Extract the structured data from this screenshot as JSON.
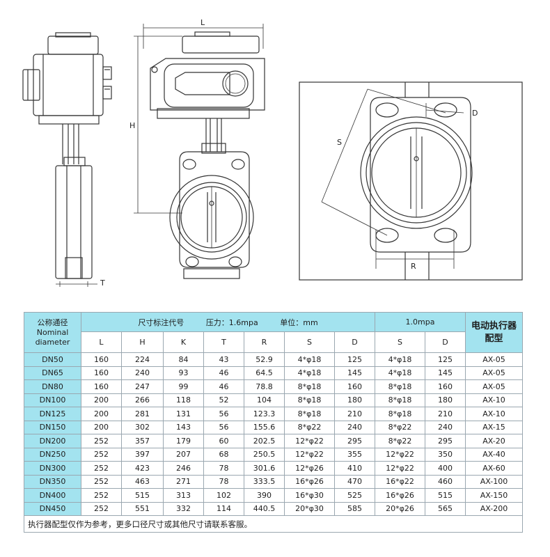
{
  "drawing": {
    "labels": {
      "L": "L",
      "H": "H",
      "T": "T",
      "S": "S",
      "R": "R",
      "D": "D"
    }
  },
  "table": {
    "header": {
      "nominal_cn": "公称通径",
      "nominal_en1": "Nominal",
      "nominal_en2": "diameter",
      "dimension_title": "尺寸标注代号",
      "pressure_16": "压力：1.6mpa",
      "unit": "单位：mm",
      "pressure_10": "1.0mpa",
      "actuator_line1": "电动执行器",
      "actuator_line2": "配型",
      "cols": [
        "L",
        "H",
        "K",
        "T",
        "R",
        "S",
        "D",
        "S",
        "D"
      ]
    },
    "rows": [
      [
        "DN50",
        "160",
        "224",
        "84",
        "43",
        "52.9",
        "4*φ18",
        "125",
        "4*φ18",
        "125",
        "AX-05"
      ],
      [
        "DN65",
        "160",
        "240",
        "93",
        "46",
        "64.5",
        "4*φ18",
        "145",
        "4*φ18",
        "145",
        "AX-05"
      ],
      [
        "DN80",
        "160",
        "247",
        "99",
        "46",
        "78.8",
        "8*φ18",
        "160",
        "8*φ18",
        "160",
        "AX-05"
      ],
      [
        "DN100",
        "200",
        "266",
        "118",
        "52",
        "104",
        "8*φ18",
        "180",
        "8*φ18",
        "180",
        "AX-10"
      ],
      [
        "DN125",
        "200",
        "281",
        "131",
        "56",
        "123.3",
        "8*φ18",
        "210",
        "8*φ18",
        "210",
        "AX-10"
      ],
      [
        "DN150",
        "200",
        "302",
        "143",
        "56",
        "155.6",
        "8*φ22",
        "240",
        "8*φ22",
        "240",
        "AX-15"
      ],
      [
        "DN200",
        "252",
        "357",
        "179",
        "60",
        "202.5",
        "12*φ22",
        "295",
        "8*φ22",
        "295",
        "AX-20"
      ],
      [
        "DN250",
        "252",
        "397",
        "207",
        "68",
        "250.5",
        "12*φ22",
        "355",
        "12*φ22",
        "350",
        "AX-40"
      ],
      [
        "DN300",
        "252",
        "423",
        "246",
        "78",
        "301.6",
        "12*φ26",
        "410",
        "12*φ22",
        "400",
        "AX-60"
      ],
      [
        "DN350",
        "252",
        "463",
        "271",
        "78",
        "333.5",
        "16*φ26",
        "470",
        "16*φ22",
        "460",
        "AX-100"
      ],
      [
        "DN400",
        "252",
        "515",
        "313",
        "102",
        "390",
        "16*φ30",
        "525",
        "16*φ26",
        "515",
        "AX-150"
      ],
      [
        "DN450",
        "252",
        "551",
        "332",
        "114",
        "440.5",
        "20*φ30",
        "585",
        "20*φ26",
        "565",
        "AX-200"
      ]
    ],
    "note": "执行器配型仅作为参考，更多口径尺寸或其他尺寸请联系客服。"
  },
  "colors": {
    "header_bg": "#a3e3ef",
    "grid": "#9aa7b0",
    "line": "#333333"
  }
}
